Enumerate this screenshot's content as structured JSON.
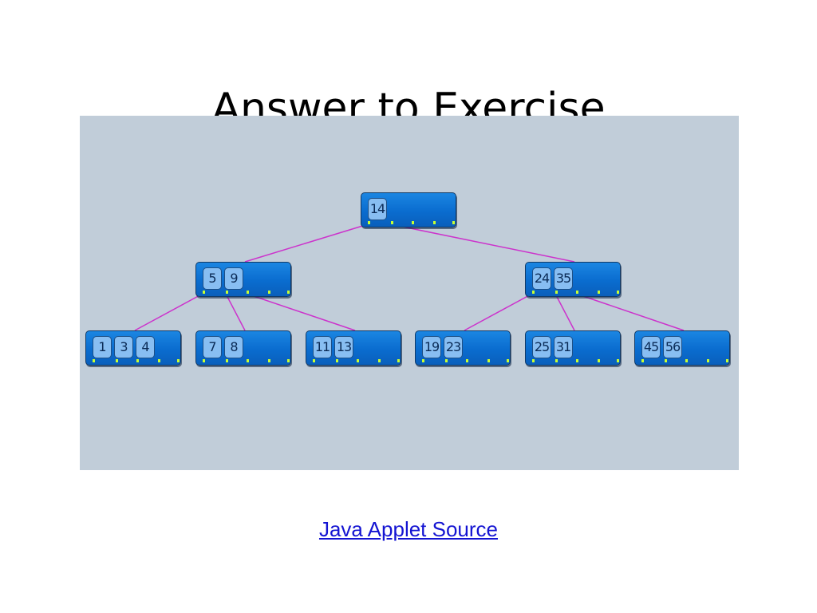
{
  "title": "Answer to Exercise",
  "link_label": "Java Applet Source",
  "colors": {
    "panel_bg": "#c1cdd9",
    "node_fill": "#0a6ccf",
    "key_fill": "#88bef2",
    "edge": "#cc33cc",
    "pointer_dot": "#c8ff32",
    "link": "#1414d2"
  },
  "tree": {
    "nodes": [
      {
        "id": "root",
        "keys": [
          "14"
        ]
      },
      {
        "id": "i1",
        "keys": [
          "5",
          "9"
        ]
      },
      {
        "id": "i2",
        "keys": [
          "24",
          "35"
        ]
      },
      {
        "id": "l1",
        "keys": [
          "1",
          "3",
          "4"
        ]
      },
      {
        "id": "l2",
        "keys": [
          "7",
          "8"
        ]
      },
      {
        "id": "l3",
        "keys": [
          "11",
          "13"
        ]
      },
      {
        "id": "l4",
        "keys": [
          "19",
          "23"
        ]
      },
      {
        "id": "l5",
        "keys": [
          "25",
          "31"
        ]
      },
      {
        "id": "l6",
        "keys": [
          "45",
          "56"
        ]
      }
    ],
    "edges": [
      {
        "from": "root",
        "slot": 0,
        "to": "i1"
      },
      {
        "from": "root",
        "slot": 1,
        "to": "i2"
      },
      {
        "from": "i1",
        "slot": 0,
        "to": "l1"
      },
      {
        "from": "i1",
        "slot": 1,
        "to": "l2"
      },
      {
        "from": "i1",
        "slot": 2,
        "to": "l3"
      },
      {
        "from": "i2",
        "slot": 0,
        "to": "l4"
      },
      {
        "from": "i2",
        "slot": 1,
        "to": "l5"
      },
      {
        "from": "i2",
        "slot": 2,
        "to": "l6"
      }
    ]
  }
}
